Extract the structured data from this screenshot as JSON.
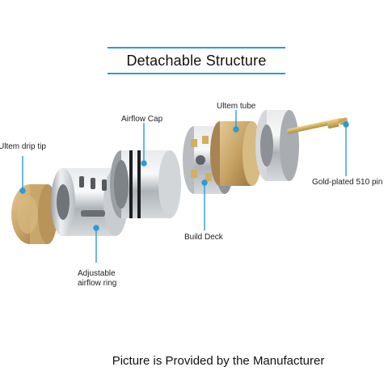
{
  "title": "Detachable Structure",
  "labels": {
    "drip_tip": "Ultem drip tip",
    "airflow_cap": "Airflow Cap",
    "ultem_tube": "Ultem tube",
    "pin": "Gold-plated 510 pin",
    "build_deck": "Build Deck",
    "airflow_ring_line1": "Adjustable",
    "airflow_ring_line2": "airflow ring"
  },
  "footer": "Picture is Provided by the Manufacturer",
  "colors": {
    "accent": "#2b9bd6",
    "ultem": "#c9a66b",
    "steel": "#c4c8cc"
  }
}
